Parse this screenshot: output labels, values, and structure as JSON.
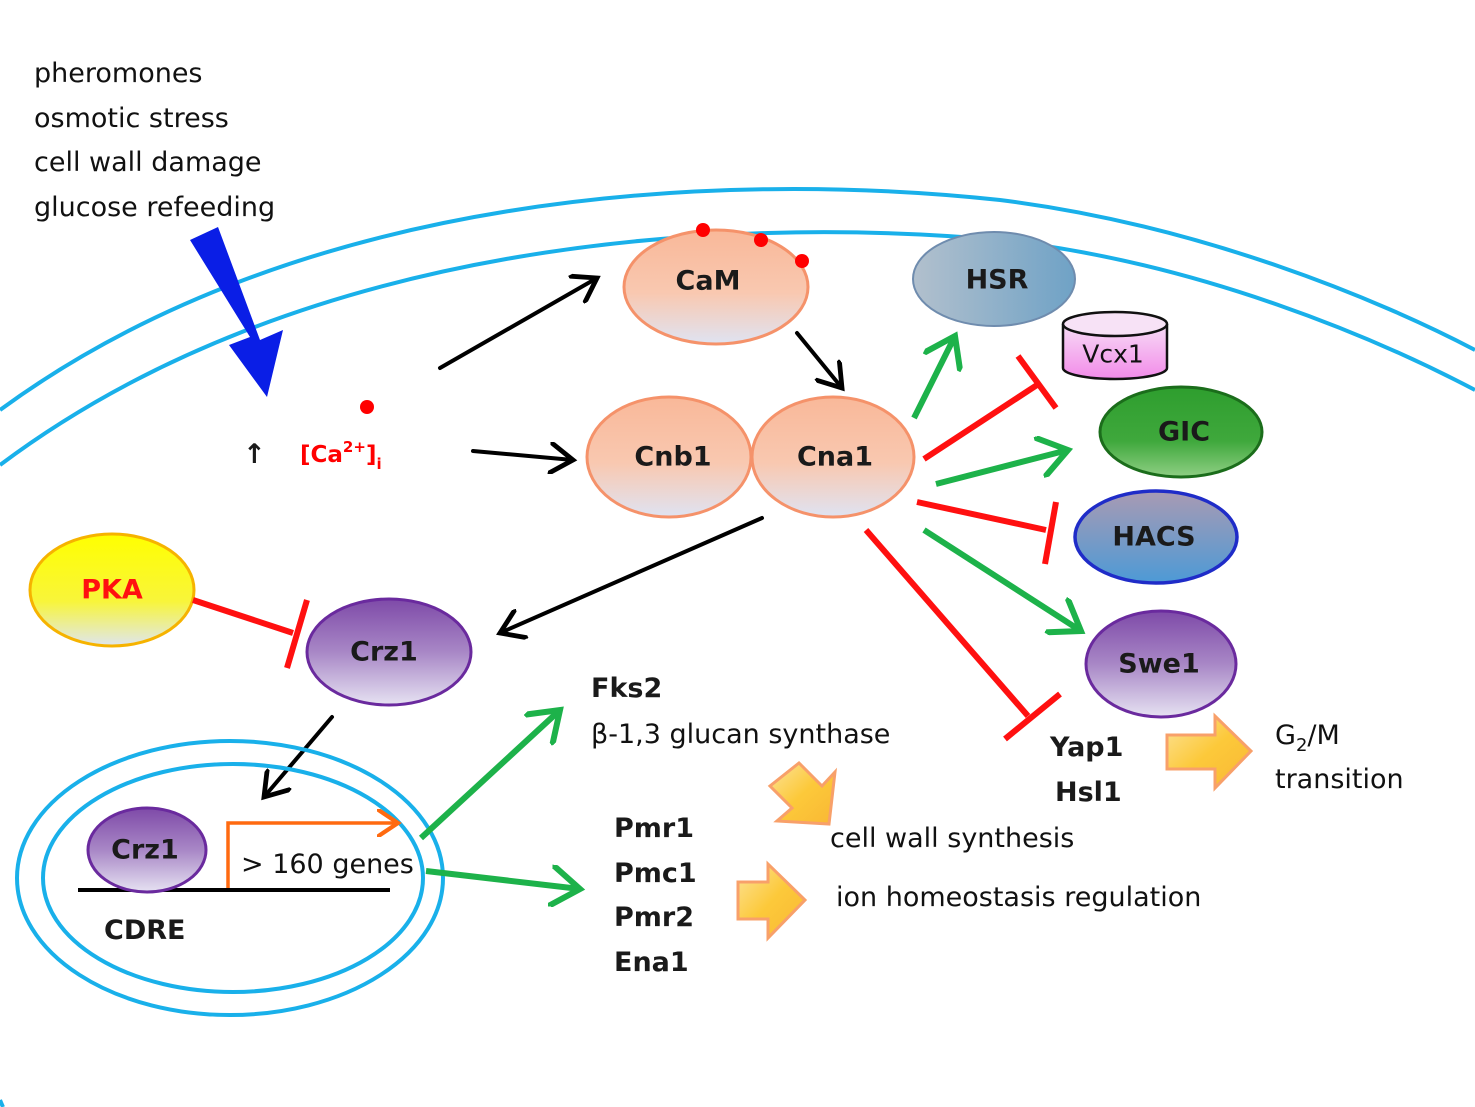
{
  "stimuli": [
    "pheromones",
    "osmotic stress",
    "cell wall damage",
    "glucose refeeding"
  ],
  "calcium": {
    "up_arrow": "↑",
    "label_main": "[Ca",
    "label_sup": "2+",
    "label_close": "]",
    "label_sub": "i"
  },
  "nodes": {
    "cam": "CaM",
    "cnb1": "Cnb1",
    "cna1": "Cna1",
    "hsr": "HSR",
    "vcx1": "Vcx1",
    "gic": "GIC",
    "hacs": "HACS",
    "swe1": "Swe1",
    "pka": "PKA",
    "crz1": "Crz1",
    "crz1_nuclear": "Crz1"
  },
  "nucleus": {
    "promoter_label": "CDRE",
    "genes_label": "> 160 genes"
  },
  "targets": {
    "fks2": "Fks2",
    "glucan": "β-1,3 glucan synthase",
    "cell_wall": "cell wall synthesis",
    "ion_genes": [
      "Pmr1",
      "Pmc1",
      "Pmr2",
      "Ena1"
    ],
    "ion_homeostasis": "ion homeostasis regulation",
    "yap1": "Yap1",
    "hsl1": "Hsl1",
    "g2m_prefix": "G",
    "g2m_sub": "2",
    "g2m_suffix": "/M",
    "transition": "transition"
  },
  "colors": {
    "membrane": "#19b0ea",
    "activation": "#1db24a",
    "inhibition": "#ff1010",
    "signal": "#0a1ee6",
    "calcium": "#ff0000"
  }
}
